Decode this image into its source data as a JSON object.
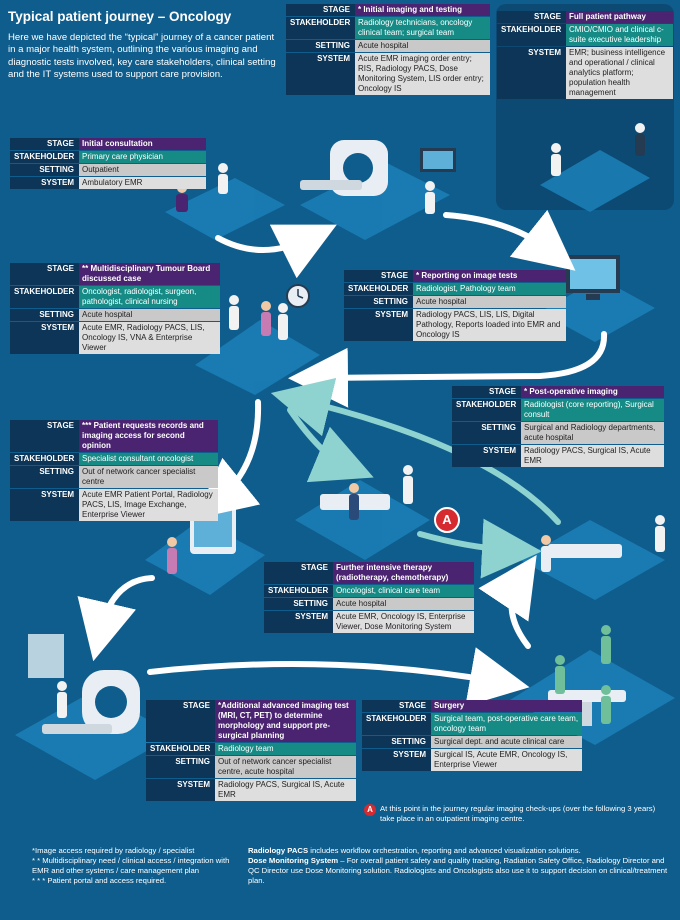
{
  "header": {
    "title": "Typical patient journey – Oncology",
    "description": "Here we have depicted the “typical” journey of a cancer patient in a major health system, outlining the various imaging and diagnostic tests involved, key care stakeholders, clinical setting and the IT systems used to support care provision."
  },
  "labels": {
    "stage": "STAGE",
    "stakeholder": "STAKEHOLDER",
    "setting": "SETTING",
    "system": "SYSTEM"
  },
  "cards": [
    {
      "id": "initial-consultation",
      "stage": "Initial consultation",
      "stakeholder": "Primary care physician",
      "setting": "Outpatient",
      "system": "Ambulatory EMR"
    },
    {
      "id": "initial-imaging",
      "stage": "* Initial imaging and testing",
      "stakeholder": "Radiology technicians, oncology clinical team; surgical team",
      "setting": "Acute hospital",
      "system": "Acute EMR imaging order entry; RIS, Radiology PACS, Dose Monitoring System, LIS order entry; Oncology IS"
    },
    {
      "id": "full-pathway",
      "stage": "Full patient pathway",
      "stakeholder": "CMIO/CMIO and clinical c-suite executive leadership",
      "system": "EMR; business intelligence and operational / clinical analytics platform; population health management"
    },
    {
      "id": "tumour-board",
      "stage": "** Multidisciplinary Tumour Board discussed case",
      "stakeholder": "Oncologist, radiologist, surgeon, pathologist, clinical nursing",
      "setting": "Acute hospital",
      "system": "Acute EMR, Radiology PACS, LIS, Oncology IS, VNA & Enterprise Viewer"
    },
    {
      "id": "reporting",
      "stage": "* Reporting on image tests",
      "stakeholder": "Radiologist, Pathology team",
      "setting": "Acute hospital",
      "system": "Radiology PACS, LIS, LIS, Digital Pathology, Reports loaded into EMR and Oncology IS"
    },
    {
      "id": "post-op-imaging",
      "stage": "* Post-operative imaging",
      "stakeholder": "Radiologist (core reporting), Surgical consult",
      "setting": "Surgical and Radiology departments, acute hospital",
      "system": "Radiology PACS, Surgical IS, Acute EMR"
    },
    {
      "id": "second-opinion",
      "stage": "*** Patient requests records and imaging access for second opinion",
      "stakeholder": "Specialist consultant oncologist",
      "setting": "Out of network cancer specialist centre",
      "system": "Acute EMR Patient Portal, Radiology PACS, LIS, Image Exchange, Enterprise Viewer"
    },
    {
      "id": "intensive-therapy",
      "stage": "Further intensive therapy (radiotherapy, chemotherapy)",
      "stakeholder": "Oncologist, clinical care team",
      "setting": "Acute hospital",
      "system": "Acute EMR, Oncology IS, Enterprise Viewer, Dose Monitoring System"
    },
    {
      "id": "advanced-imaging",
      "stage": "*Additional advanced imaging test (MRI, CT, PET) to determine morphology and support pre-surgical planning",
      "stakeholder": "Radiology team",
      "setting": "Out of network cancer specialist centre, acute hospital",
      "system": "Radiology PACS, Surgical IS, Acute EMR"
    },
    {
      "id": "surgery",
      "stage": "Surgery",
      "stakeholder": "Surgical team, post-operative care team, oncology team",
      "setting": "Surgical dept. and acute clinical care",
      "system": "Surgical IS, Acute EMR, Oncology IS, Enterprise Viewer"
    }
  ],
  "marker": {
    "letter": "A",
    "note": "At this point in the journey regular imaging check-ups (over the following 3 years) take place in an outpatient imaging centre."
  },
  "footnotes": {
    "left": [
      "*Image access required by radiology / specialist",
      "* * Multidisciplinary need / clinical access / integration with EMR and other systems / care management plan",
      "* * * Patient portal and access required."
    ],
    "pacs_term": "Radiology PACS",
    "pacs_text": " includes workflow orchestration, reporting and advanced visualization solutions.",
    "dose_term": "Dose Monitoring System",
    "dose_text": " – For overall patient safety and quality tracking, Radiation Safety Office, Radiology Director and QC Director use Dose Monitoring solution. Radiologists and Oncologists also use it to support decision on clinical/treatment plan."
  },
  "colors": {
    "background": "#0f5d8c",
    "tile": "#1b7eb6",
    "stage": "#4a2471",
    "stakeholder": "#168b86",
    "setting": "#c9c9c9",
    "system": "#dedede",
    "label": "#0d3557",
    "marker": "#d52a30",
    "arrow": "#ffffff",
    "arrow_alt": "#8fd3d0"
  },
  "icons": [
    "mri-scanner-icon",
    "ct-scanner-icon",
    "workstation-icon",
    "doctor-icon",
    "patient-bed-icon",
    "clock-icon",
    "surgery-table-icon",
    "tablet-icon",
    "monitor-icon"
  ]
}
